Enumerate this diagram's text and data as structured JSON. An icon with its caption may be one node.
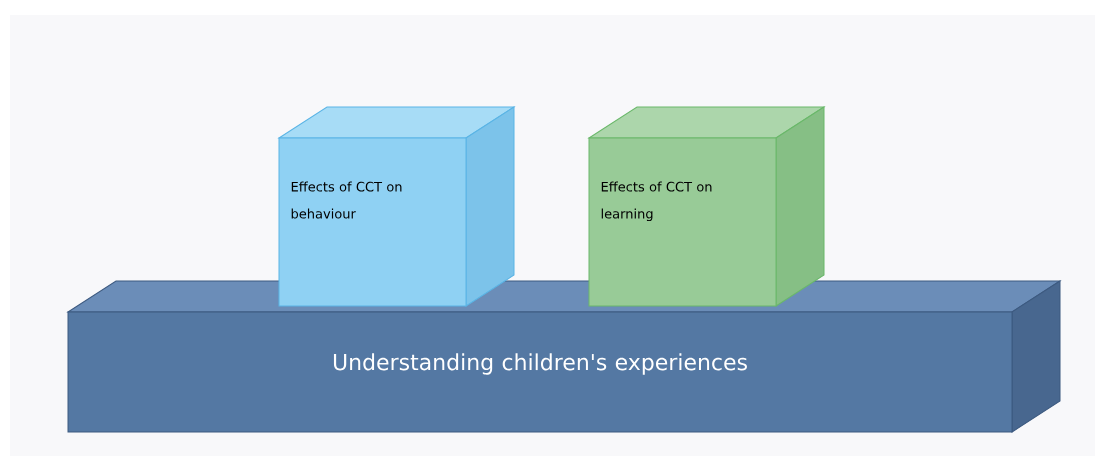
{
  "diagram": {
    "nodes": [
      {
        "text": [
          "Understanding children's experiences"
        ]
      },
      {
        "text": [
          "Effects of CCT on behaviour"
        ]
      },
      {
        "text": [
          "Effects of CCT on learning"
        ]
      }
    ]
  }
}
